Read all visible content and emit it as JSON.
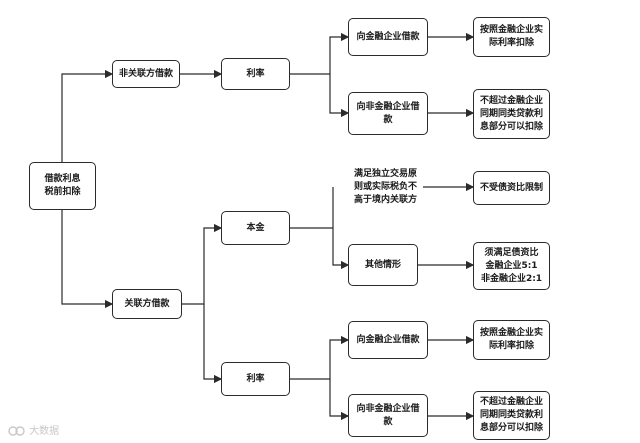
{
  "nodes": {
    "root": "借款利息\n税前扣除",
    "nonrelated": "非关联方借款",
    "related": "关联方借款",
    "rate_top": "利率",
    "principal": "本金",
    "rate_bottom": "利率",
    "financial_1": "向金融企业借款",
    "nonfinancial_1": "向非金融企业借\n款",
    "condition_box": "满足独立交易原\n则或实际税负不\n高于境内关联方",
    "other": "其他情形",
    "financial_2": "向金融企业借款",
    "nonfinancial_2": "向非金融企业借\n款",
    "actual_1": "按照金融企业实\n际利率扣除",
    "limit_1": "不超过金融企业\n同期同类贷款利\n息部分可以扣除",
    "no_limit": "不受债资比限制",
    "ratio": "须满足债资比\n金融企业5:1\n非金融企业2:1",
    "actual_2": "按照金融企业实\n际利率扣除",
    "limit_2": "不超过金融企业\n同期同类贷款利\n息部分可以扣除"
  },
  "watermark": "大数据"
}
